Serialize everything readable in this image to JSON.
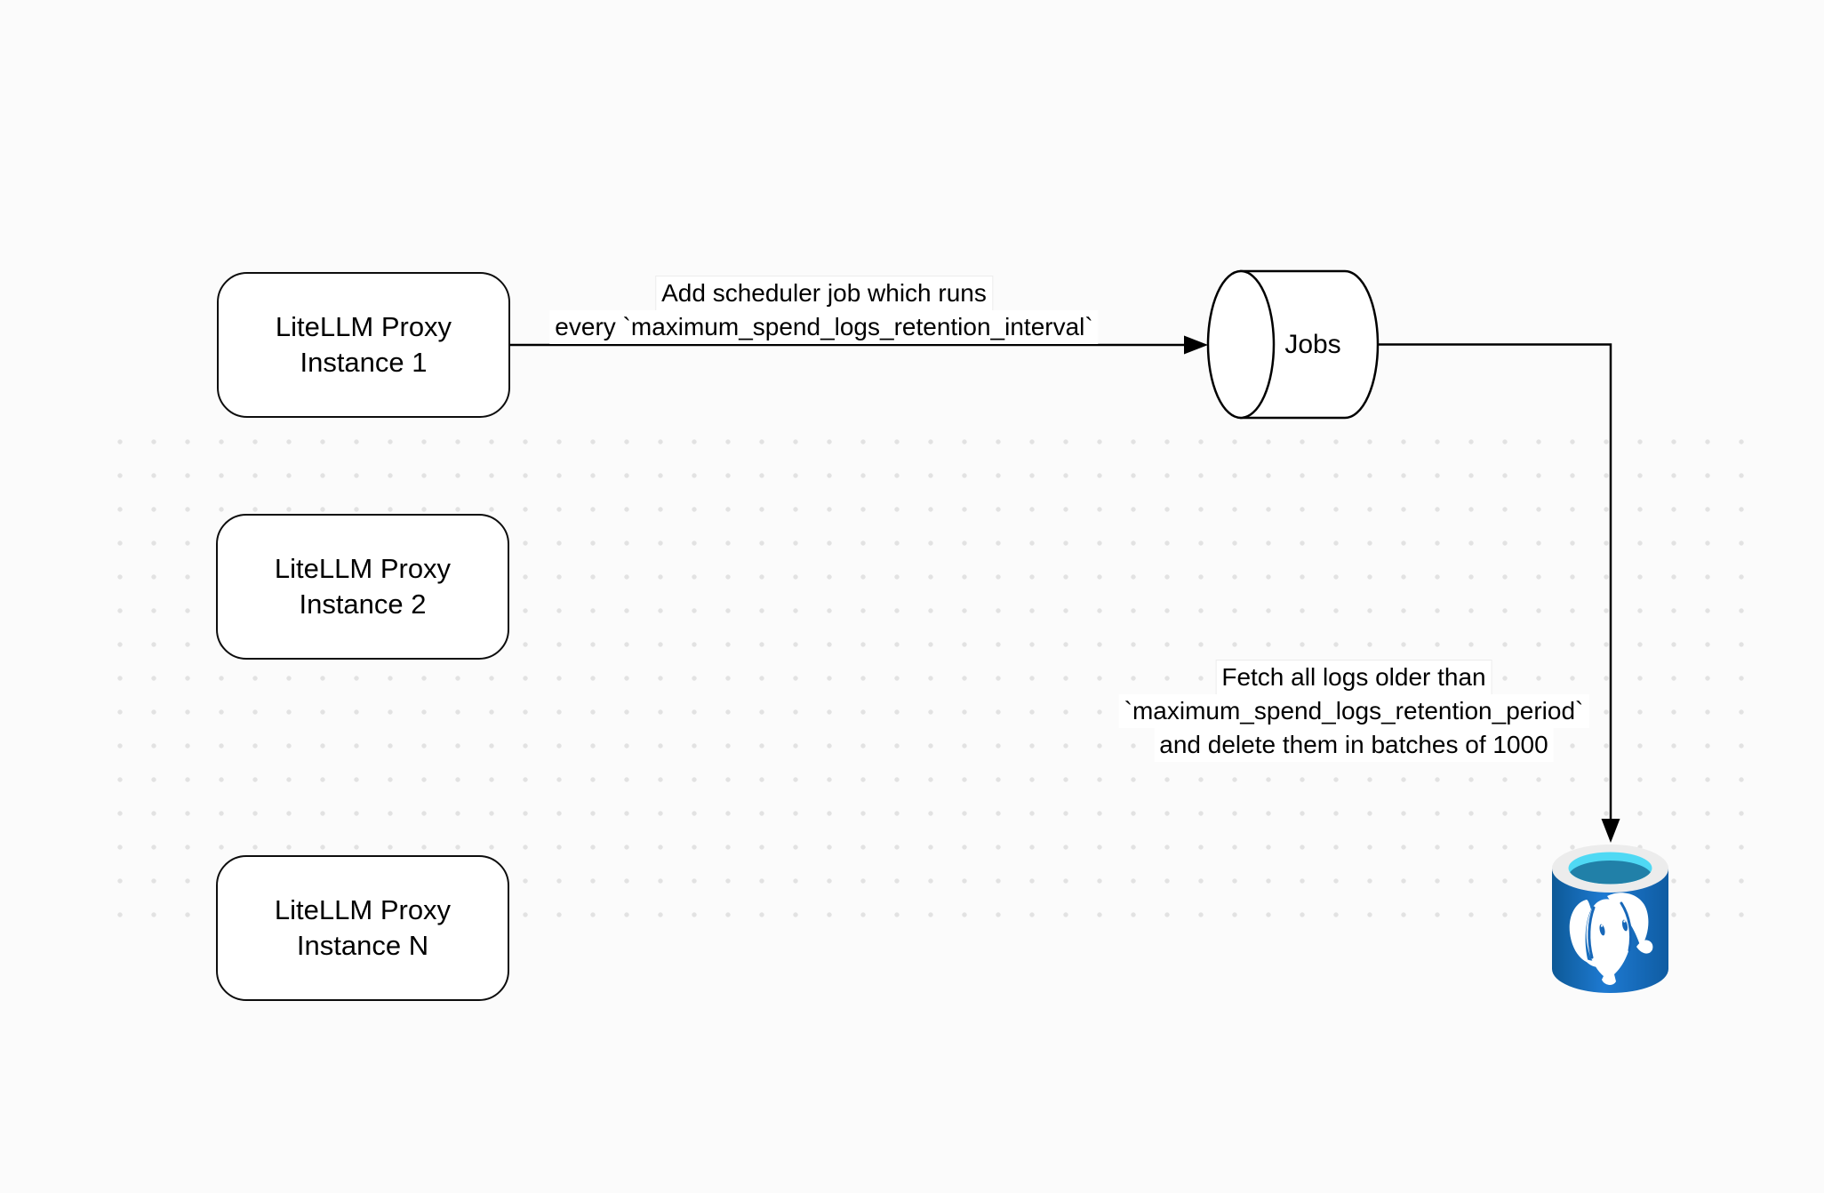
{
  "canvas": {
    "background": "#fbfbfb",
    "dot_color": "#e2e2e2",
    "stroke_color": "#000000",
    "node_fill": "#ffffff"
  },
  "nodes": {
    "proxy1": {
      "line1": "LiteLLM Proxy",
      "line2": "Instance 1"
    },
    "proxy2": {
      "line1": "LiteLLM Proxy",
      "line2": "Instance 2"
    },
    "proxyn": {
      "line1": "LiteLLM Proxy",
      "line2": "Instance N"
    },
    "jobs": {
      "label": "Jobs"
    },
    "postgres": {
      "icon": "postgresql-database-icon",
      "body_blue": "#1b74c9",
      "rim": "#ececec",
      "liquid_cyan": "#4fd9f4",
      "liquid_dark": "#2180a8",
      "elephant": "#ffffff"
    }
  },
  "edges": {
    "scheduler": {
      "line1": "Add scheduler job which runs",
      "line2": "every `maximum_spend_logs_retention_interval`"
    },
    "fetch": {
      "line1": "Fetch all logs older than",
      "line2": "`maximum_spend_logs_retention_period`",
      "line3": "and delete them in batches of 1000"
    }
  }
}
